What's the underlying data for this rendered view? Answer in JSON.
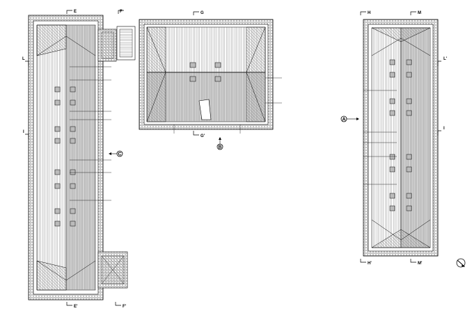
{
  "section_marks": {
    "left": {
      "top_E": "E",
      "top_F": "F",
      "bottom_E": "E'",
      "bottom_F": "F'",
      "side_L": "L",
      "side_I": "I"
    },
    "middle": {
      "top_G": "G",
      "bottom_G": "G'"
    },
    "right": {
      "top_H": "H",
      "top_M": "M",
      "bottom_H": "H'",
      "bottom_M": "M'",
      "side_L": "L'",
      "side_I": "I"
    }
  },
  "circle_markers": {
    "A": "A",
    "B": "B",
    "C": "C"
  },
  "north_arrow": "north-arrow-icon",
  "colors": {
    "line": "#000000",
    "roof_fill": "#d4d4d4",
    "hatch": "#8a8a8a",
    "background": "#ffffff"
  }
}
